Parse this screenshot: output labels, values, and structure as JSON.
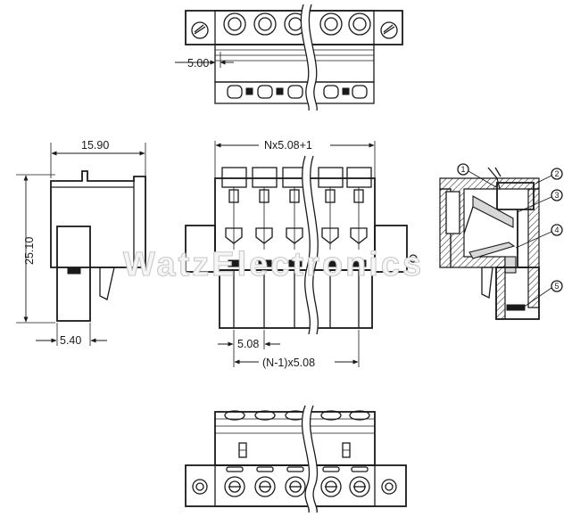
{
  "watermark": "WatzElectronics",
  "dimensions": {
    "pitch_top": "5.00",
    "side_width": "15.90",
    "side_height": "25.10",
    "side_bottom": "5.40",
    "total_width": "Nx5.08+1",
    "pitch_front": "5.08",
    "span": "(N-1)x5.08"
  },
  "callouts": [
    "1",
    "2",
    "3",
    "4",
    "5"
  ]
}
